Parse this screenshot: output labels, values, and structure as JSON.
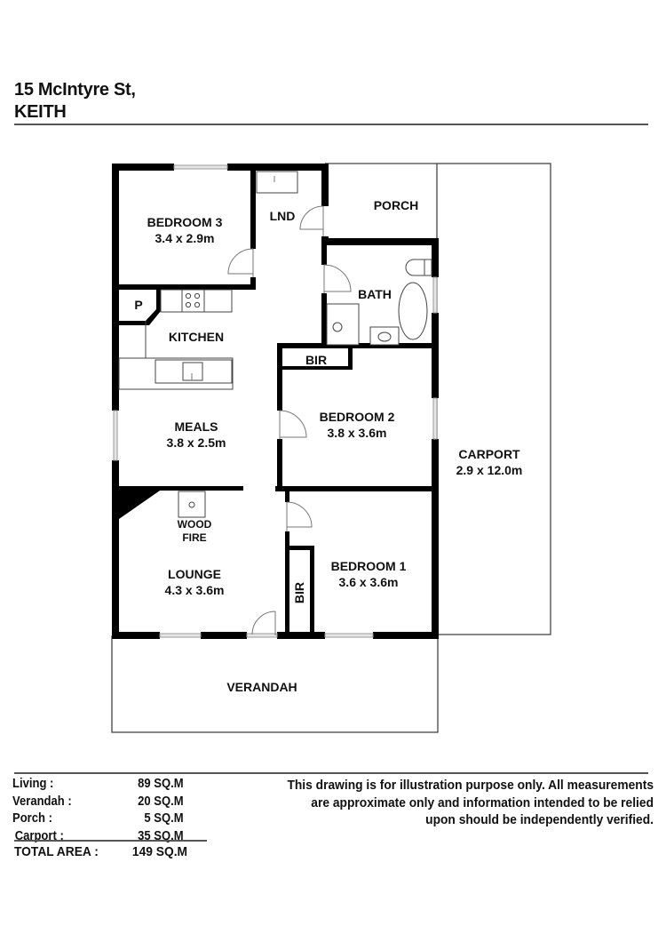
{
  "header": {
    "address_line1": "15 McIntyre St,",
    "address_line2": "KEITH"
  },
  "rooms": {
    "bedroom3": {
      "name": "BEDROOM 3",
      "size": "3.4 x 2.9m"
    },
    "lnd": {
      "name": "LND"
    },
    "porch": {
      "name": "PORCH"
    },
    "bath": {
      "name": "BATH"
    },
    "pantry": {
      "name": "P"
    },
    "kitchen": {
      "name": "KITCHEN"
    },
    "bir2": {
      "name": "BIR"
    },
    "bedroom2": {
      "name": "BEDROOM 2",
      "size": "3.8 x 3.6m"
    },
    "meals": {
      "name": "MEALS",
      "size": "3.8 x 2.5m"
    },
    "carport": {
      "name": "CARPORT",
      "size": "2.9 x 12.0m"
    },
    "woodfire": {
      "line1": "WOOD",
      "line2": "FIRE"
    },
    "lounge": {
      "name": "LOUNGE",
      "size": "4.3 x 3.6m"
    },
    "bir1": {
      "name": "BIR"
    },
    "bedroom1": {
      "name": "BEDROOM 1",
      "size": "3.6 x 3.6m"
    },
    "verandah": {
      "name": "VERANDAH"
    }
  },
  "areas": {
    "rows": [
      {
        "label": "Living :",
        "value": "89 SQ.M"
      },
      {
        "label": "Verandah :",
        "value": "20 SQ.M"
      },
      {
        "label": "Porch :",
        "value": "5 SQ.M"
      },
      {
        "label": "Carport :",
        "value": "35 SQ.M"
      }
    ],
    "total_label": "TOTAL AREA :",
    "total_value": "149 SQ.M"
  },
  "disclaimer": {
    "line1": "This drawing is for illustration purpose only. All measurements",
    "line2": "are approximate only and information intended to be relied",
    "line3": "upon should be independently verified."
  },
  "colors": {
    "wall": "#000000",
    "thin_line": "#333333",
    "window": "#bbbbbb",
    "rule": "#555555"
  }
}
